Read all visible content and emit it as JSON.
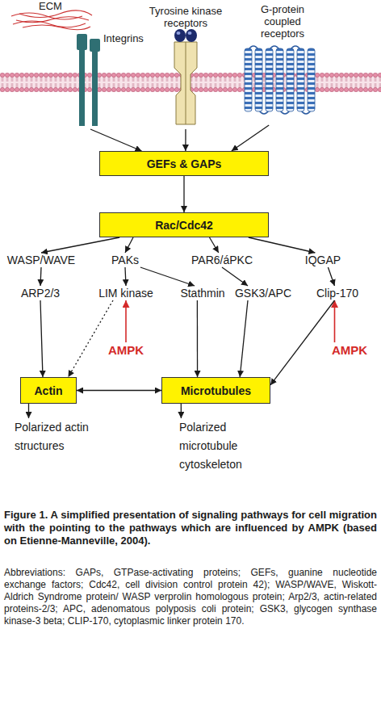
{
  "diagram": {
    "caption": "Figure 1. A simplified presentation of signaling pathways for cell migration with the pointing to the pathways which are influenced by AMPK (based on Etienne-Manneville, 2004).",
    "nodes": [
      {
        "text": [
          "Integrins"
        ]
      },
      {
        "text": [
          "Tyrosine kinase receptors"
        ]
      },
      {
        "text": [
          "G-protein coupled receptors"
        ]
      },
      {
        "text": [
          "GEFs & GAPs"
        ]
      },
      {
        "text": [
          "Rac/Cdc42"
        ]
      },
      {
        "text": [
          "WASP/WAVE"
        ]
      },
      {
        "text": [
          "PAKs"
        ]
      },
      {
        "text": [
          "PAR6/áPKC"
        ]
      },
      {
        "text": [
          "IQGAP"
        ]
      },
      {
        "text": [
          "ARP2/3"
        ]
      },
      {
        "text": [
          "LIM kinase"
        ]
      },
      {
        "text": [
          "Stathmin"
        ]
      },
      {
        "text": [
          "GSK3/APC"
        ]
      },
      {
        "text": [
          "Clip-170"
        ]
      },
      {
        "text": [
          "AMPK"
        ]
      },
      {
        "text": [
          "AMPK"
        ]
      },
      {
        "text": [
          "Actin"
        ]
      },
      {
        "text": [
          "Microtubules"
        ]
      },
      {
        "text": [
          "Polarized actin structures"
        ]
      },
      {
        "text": [
          "Polarized microtubule cytoskeleton"
        ]
      }
    ],
    "edges": [
      {
        "from": 0,
        "to": 3,
        "arrow": "to"
      },
      {
        "from": 1,
        "to": 3,
        "arrow": "to"
      },
      {
        "from": 2,
        "to": 3,
        "arrow": "to"
      },
      {
        "from": 3,
        "to": 4,
        "arrow": "to"
      },
      {
        "from": 4,
        "to": 5,
        "arrow": "to"
      },
      {
        "from": 4,
        "to": 6,
        "arrow": "to"
      },
      {
        "from": 4,
        "to": 7,
        "arrow": "to"
      },
      {
        "from": 4,
        "to": 8,
        "arrow": "to"
      },
      {
        "from": 5,
        "to": 9,
        "arrow": "to"
      },
      {
        "from": 6,
        "to": 10,
        "arrow": "to"
      },
      {
        "from": 6,
        "to": 11,
        "arrow": "to"
      },
      {
        "from": 7,
        "to": 12,
        "arrow": "to"
      },
      {
        "from": 8,
        "to": 13,
        "arrow": "to"
      },
      {
        "from": 14,
        "to": 10,
        "arrow": "to"
      },
      {
        "from": 15,
        "to": 13,
        "arrow": "to"
      },
      {
        "from": 9,
        "to": 16,
        "arrow": "to"
      },
      {
        "from": 10,
        "to": 16,
        "arrow": "to"
      },
      {
        "from": 11,
        "to": 17,
        "arrow": "to"
      },
      {
        "from": 12,
        "to": 17,
        "arrow": "to"
      },
      {
        "from": 13,
        "to": 17,
        "arrow": "to"
      },
      {
        "from": 16,
        "to": 17,
        "arrow": "both"
      },
      {
        "from": 16,
        "to": 18,
        "arrow": "to"
      },
      {
        "from": 17,
        "to": 19,
        "arrow": "to"
      }
    ],
    "labels": [
      "ECM",
      "Abbreviations: GAPs, GTPase-activating proteins; GEFs, guanine nucleotide exchange factors; Cdc42, cell division control protein 42); WASP/WAVE, Wiskott-Aldrich Syndrome protein/ WASP verprolin homologous protein; Arp2/3, actin-related proteins-2/3; APC, adenomatous polyposis coli protein; GSK3, glycogen synthase kinase-3 beta; CLIP-170, cytoplasmic linker protein 170."
    ]
  }
}
